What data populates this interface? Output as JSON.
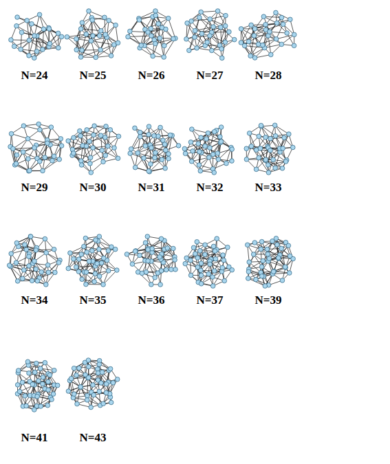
{
  "diagram": {
    "labels": [
      "N=24",
      "N=25",
      "N=26",
      "N=27",
      "N=28",
      "N=29",
      "N=30",
      "N=31",
      "N=32",
      "N=33",
      "N=34",
      "N=35",
      "N=36",
      "N=37",
      "N=39",
      "N=41",
      "N=43"
    ]
  }
}
